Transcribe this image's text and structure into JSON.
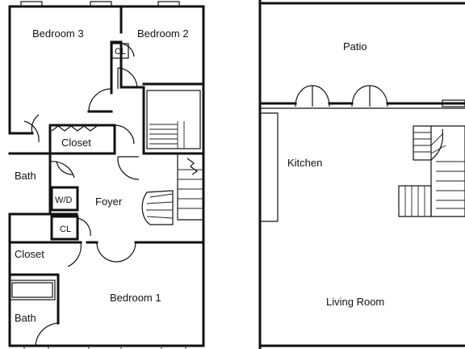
{
  "labels": {
    "bedroom3": "Bedroom 3",
    "bedroom2": "Bedroom 2",
    "cl_top": "CL",
    "closet_mid": "Closet",
    "bath_top": "Bath",
    "wd": "W/D",
    "foyer": "Foyer",
    "cl_lower": "CL",
    "closet_lower": "Closet",
    "bedroom1": "Bedroom 1",
    "bath_bottom": "Bath",
    "patio": "Patio",
    "kitchen": "Kitchen",
    "living_room": "Living Room"
  },
  "colors": {
    "line": "#111111",
    "background": "#ffffff"
  }
}
